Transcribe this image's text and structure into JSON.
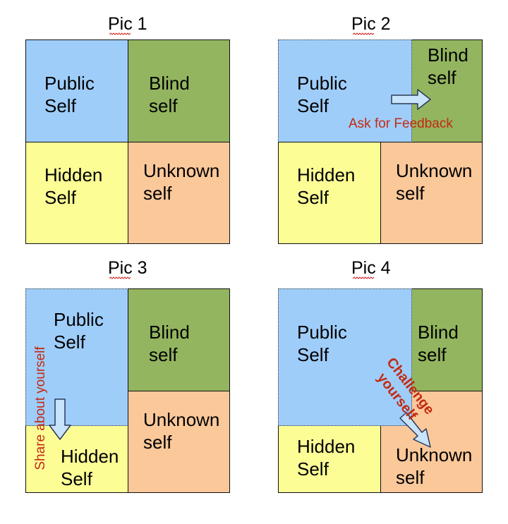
{
  "panels": [
    {
      "title": "Pic 1",
      "public": "Public\nSelf",
      "blind": "Blind\nself",
      "hidden": "Hidden\nSelf",
      "unknown": "Unknown\nself"
    },
    {
      "title": "Pic 2",
      "public": "Public\nSelf",
      "blind": "Blind\nself",
      "hidden": "Hidden\nSelf",
      "unknown": "Unknown\nself",
      "annotation": "Ask for Feedback"
    },
    {
      "title": "Pic 3",
      "public": "Public\nSelf",
      "blind": "Blind\nself",
      "hidden": "Hidden\nSelf",
      "unknown": "Unknown\nself",
      "annotation": "Share about yourself"
    },
    {
      "title": "Pic 4",
      "public": "Public\nSelf",
      "blind": "Blind\nself",
      "hidden": "Hidden\nSelf",
      "unknown": "Unknown\nself",
      "annotation": "Challenge\nyourself"
    }
  ],
  "colors": {
    "public": "#9fcdf9",
    "blind": "#93b55f",
    "hidden": "#fdfd96",
    "unknown": "#fbc89a",
    "annotation": "#c22a12"
  },
  "icons": [
    "arrow-right-icon",
    "arrow-down-icon",
    "arrow-diagonal-icon"
  ]
}
